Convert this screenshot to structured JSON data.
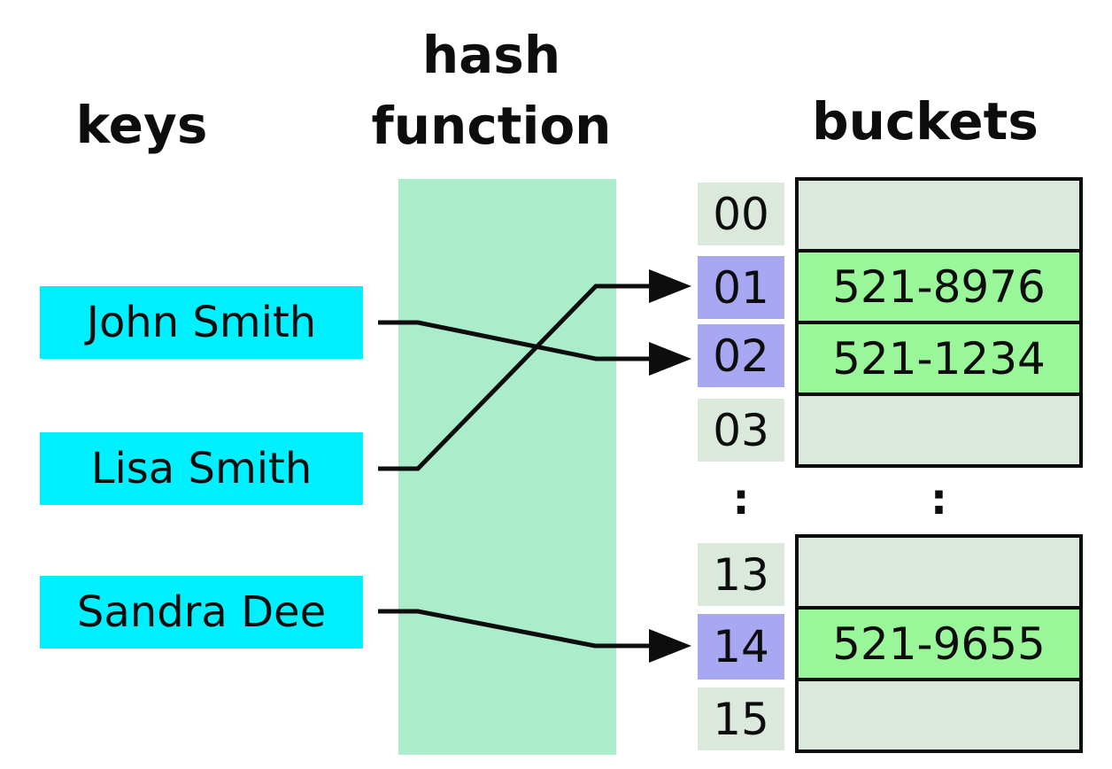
{
  "diagram": {
    "title_keys": "keys",
    "title_hash_1": "hash",
    "title_hash_2": "function",
    "title_buckets": "buckets",
    "ellipsis": ":"
  },
  "keys": [
    {
      "label": "John Smith",
      "maps_to_index": "02"
    },
    {
      "label": "Lisa Smith",
      "maps_to_index": "01"
    },
    {
      "label": "Sandra Dee",
      "maps_to_index": "14"
    }
  ],
  "slots": {
    "top": [
      {
        "index": "00",
        "value": "",
        "highlighted": false
      },
      {
        "index": "01",
        "value": "521-8976",
        "highlighted": true
      },
      {
        "index": "02",
        "value": "521-1234",
        "highlighted": true
      },
      {
        "index": "03",
        "value": "",
        "highlighted": false
      }
    ],
    "bottom": [
      {
        "index": "13",
        "value": "",
        "highlighted": false
      },
      {
        "index": "14",
        "value": "521-9655",
        "highlighted": true
      },
      {
        "index": "15",
        "value": "",
        "highlighted": false
      }
    ]
  },
  "colors": {
    "key_fill": "#00f0ff",
    "hash_fill": "#abedcb",
    "index_highlight": "#a8a8f2",
    "index_normal": "#dbe9dc",
    "bucket_filled": "#99f799",
    "bucket_empty": "#dbe9dc",
    "line": "#0d0d0d"
  }
}
